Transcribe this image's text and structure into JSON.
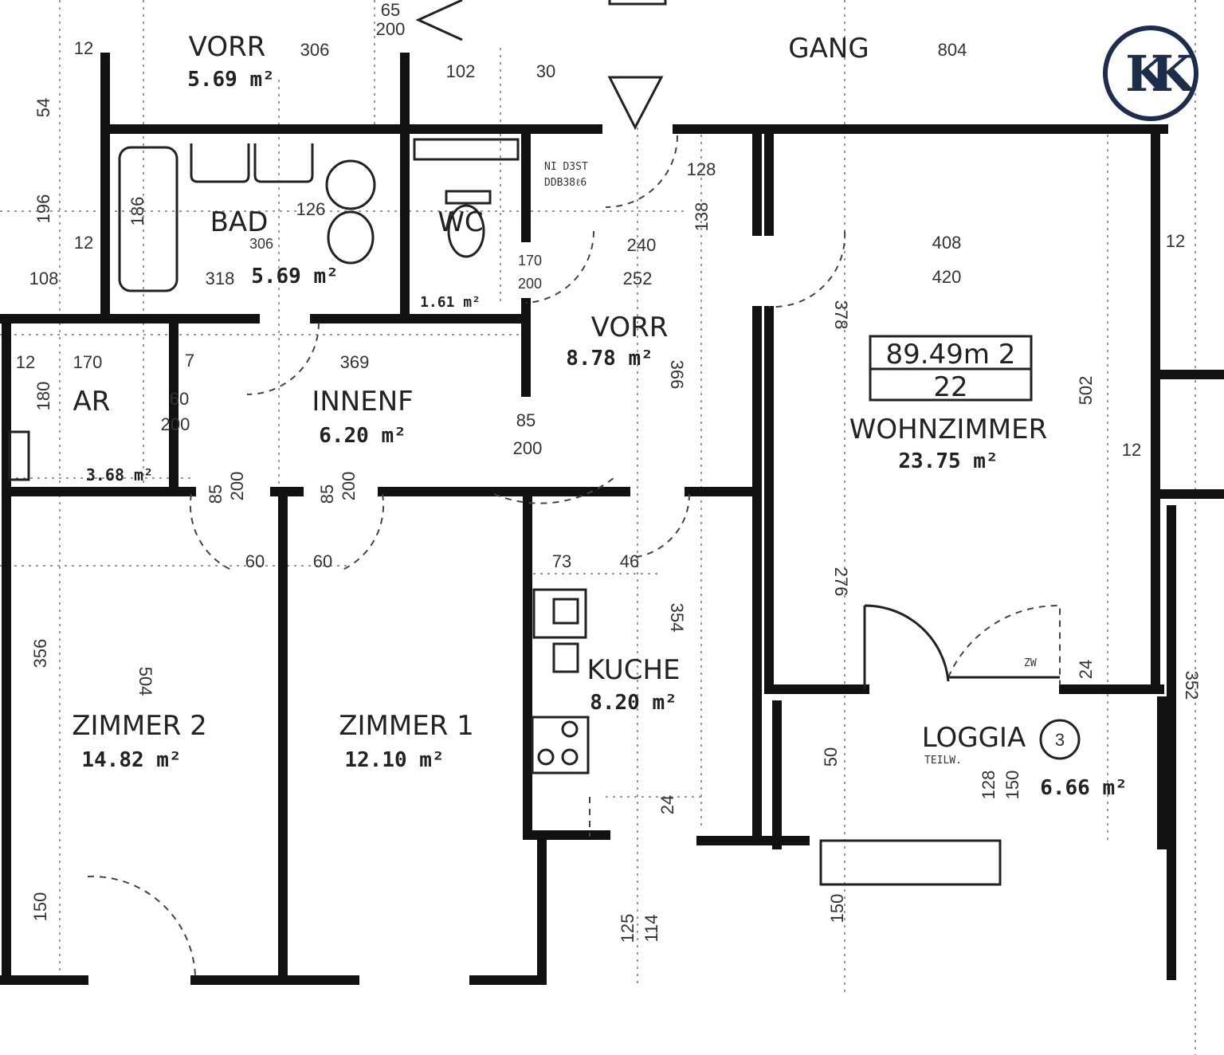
{
  "logo": {
    "text": "KK",
    "color": "#1f2d4d"
  },
  "rooms": {
    "vorr_top": {
      "name": "VORR",
      "area": "5.69 m²"
    },
    "gang": {
      "name": "GANG",
      "dim": "804"
    },
    "bad": {
      "name": "BAD",
      "area": "5.69 m²"
    },
    "wc": {
      "name": "WC",
      "area": "1.61 m²"
    },
    "vorr": {
      "name": "VORR",
      "area": "8.78 m²"
    },
    "ar": {
      "name": "AR",
      "area": "3.68 m²"
    },
    "innenf": {
      "name": "INNENF",
      "area": "6.20 m²"
    },
    "wohnzimmer": {
      "name": "WOHNZIMMER",
      "area": "23.75 m²"
    },
    "kuche": {
      "name": "KUCHE",
      "area": "8.20 m²"
    },
    "zimmer2": {
      "name": "ZIMMER 2",
      "area": "14.82 m²"
    },
    "zimmer1": {
      "name": "ZIMMER 1",
      "area": "12.10 m²"
    },
    "loggia": {
      "name": "LOGGIA",
      "sub": "TEILW.",
      "area": "6.66 m²",
      "marker": "3"
    }
  },
  "unit_box": {
    "total": "89.49m 2",
    "number": "22"
  },
  "niche": {
    "line1": "NI D3ST",
    "line2": "DDB38ℓ6"
  },
  "dimensions": [
    "306",
    "102",
    "30",
    "186",
    "126",
    "306",
    "318",
    "240",
    "252",
    "128",
    "138",
    "408",
    "420",
    "369",
    "170",
    "180",
    "12",
    "60",
    "200",
    "85",
    "200",
    "85",
    "200",
    "85",
    "200",
    "60",
    "60",
    "504",
    "356",
    "150",
    "354",
    "502",
    "378",
    "276",
    "50",
    "352",
    "150",
    "125",
    "114",
    "24",
    "73",
    "46",
    "12",
    "12",
    "12",
    "12",
    "196",
    "108",
    "54",
    "65",
    "200",
    "170",
    "200",
    "128",
    "150",
    "366",
    "7",
    "24",
    "ZW"
  ]
}
